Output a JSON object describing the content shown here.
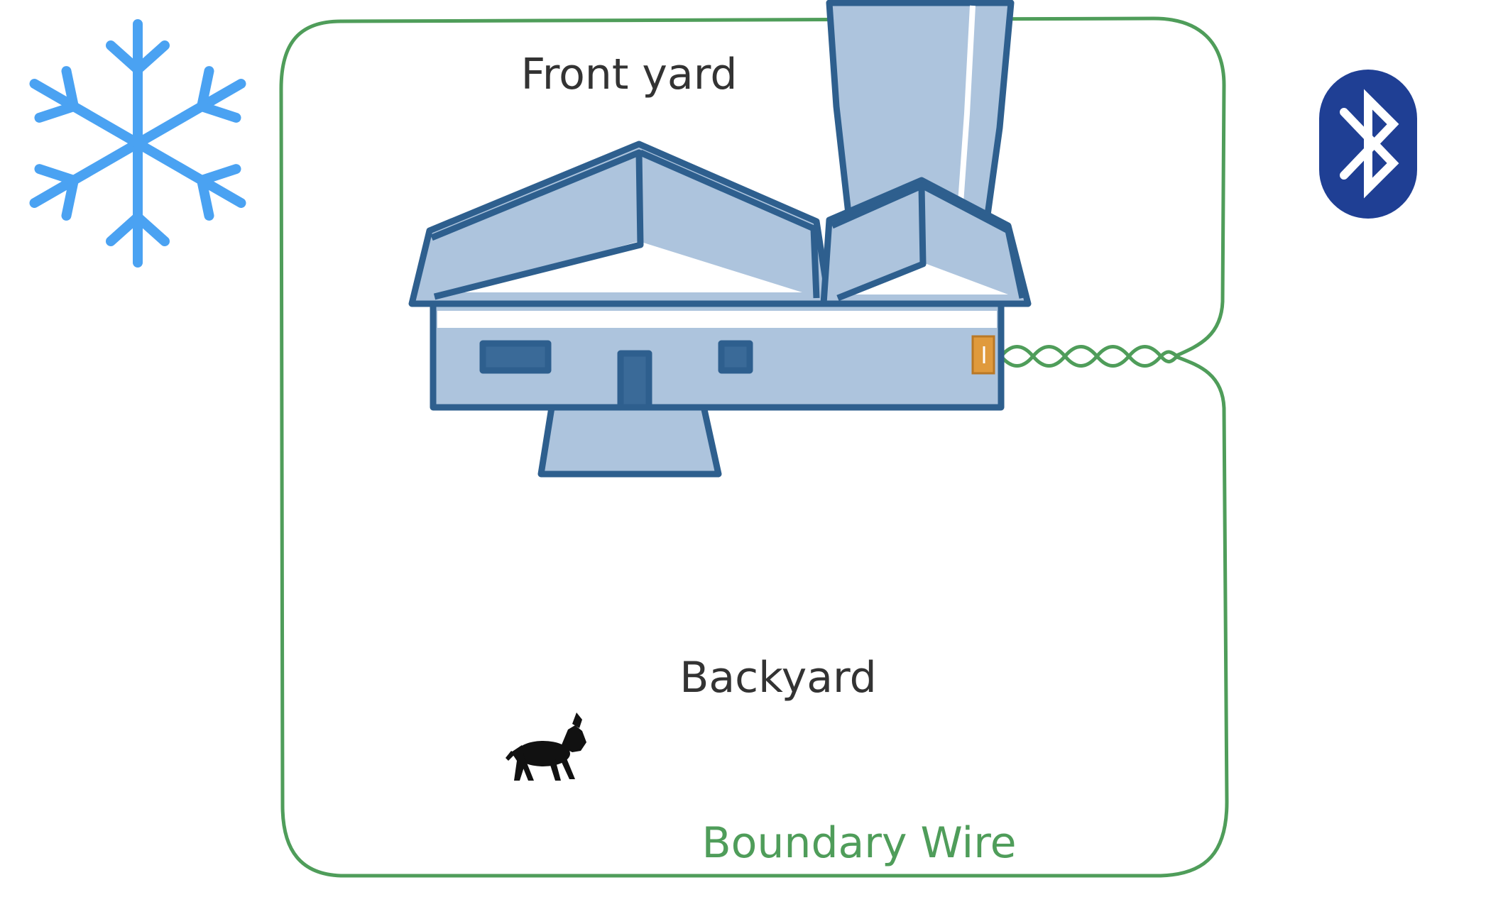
{
  "labels": {
    "front_yard": "Front yard",
    "backyard": "Backyard",
    "boundary_wire": "Boundary Wire"
  },
  "colors": {
    "wire": "#4f9d5a",
    "wire_label": "#4f9d5a",
    "house_fill": "#adc4dd",
    "house_outline": "#2e5f8e",
    "snowflake": "#4aa2f2",
    "bluetooth_bg": "#1f3f94",
    "label_text": "#333333",
    "connector": "#e09a3c",
    "dog": "#111111"
  },
  "icons": {
    "top_left": "snowflake-icon",
    "top_right": "bluetooth-icon",
    "pet": "dog-icon"
  }
}
